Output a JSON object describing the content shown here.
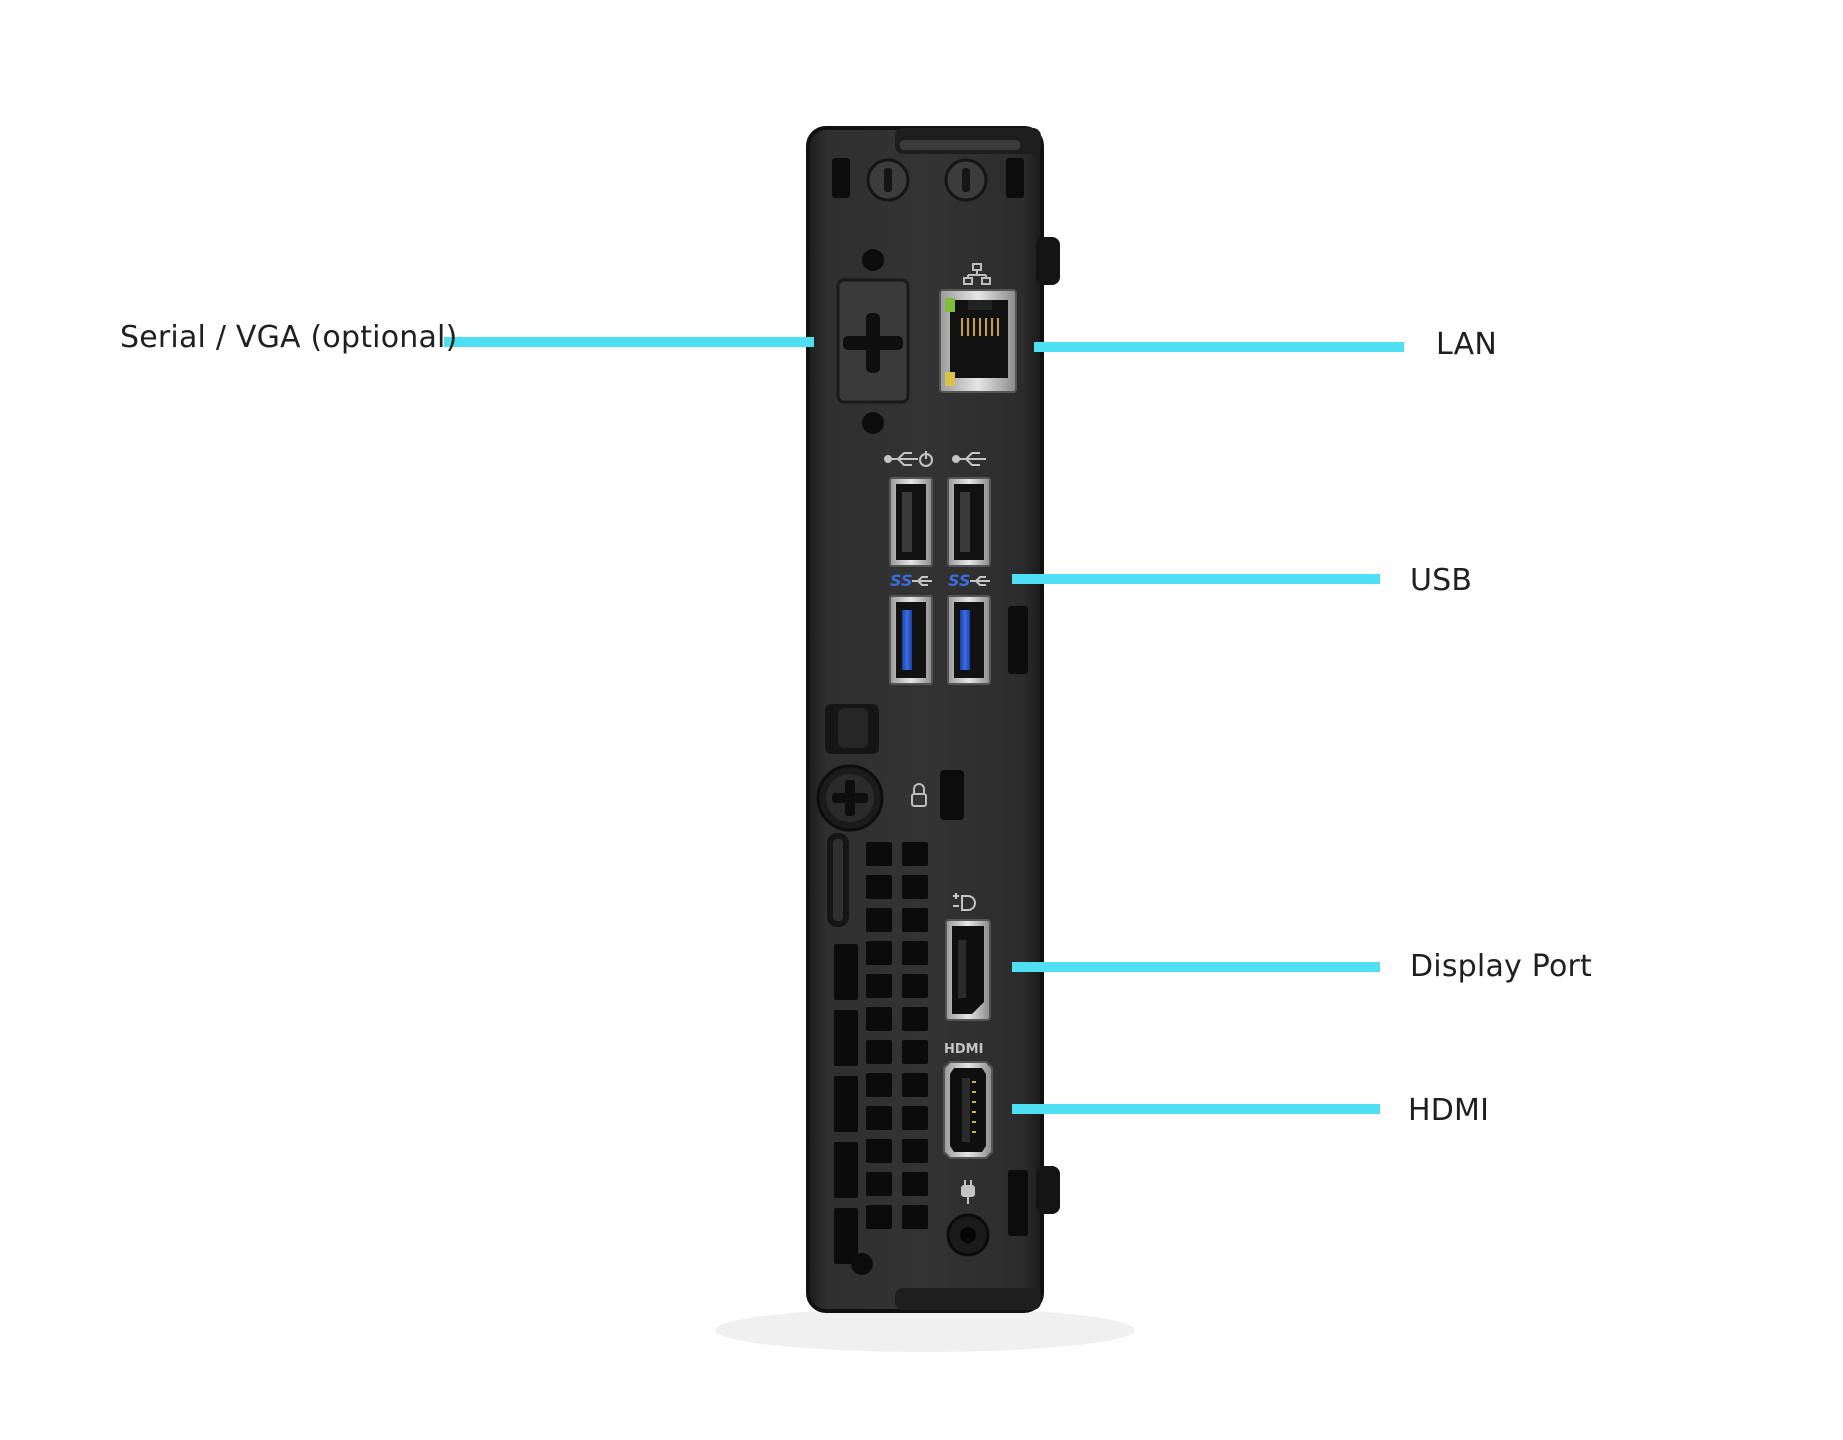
{
  "callout_color": "#4ee0f2",
  "device_color": "#2b2b2b",
  "callouts": [
    {
      "id": "serial-vga",
      "label": "Serial / VGA (optional)"
    },
    {
      "id": "lan",
      "label": "LAN"
    },
    {
      "id": "usb",
      "label": "USB"
    },
    {
      "id": "display-port",
      "label": "Display Port"
    },
    {
      "id": "hdmi",
      "label": "HDMI"
    }
  ],
  "port_marks": {
    "hdmi_logo": "HDMI"
  }
}
